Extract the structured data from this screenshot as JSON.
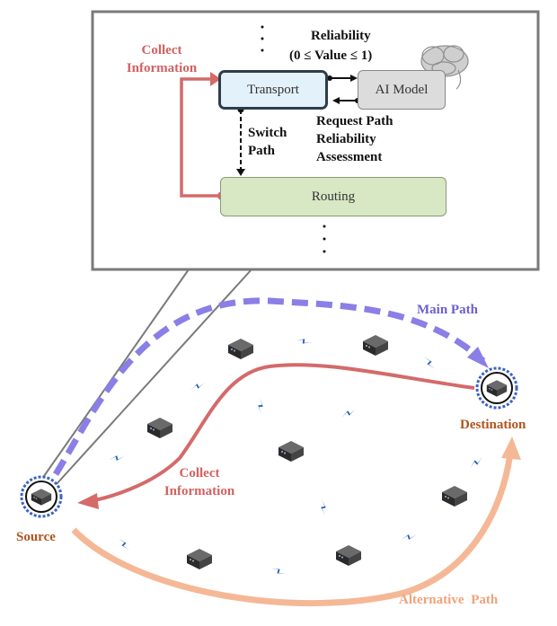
{
  "colors": {
    "main_path": "#8a7fe6",
    "collect_arrow": "#d46a6a",
    "alt_path": "#f5b896",
    "orange_text": "#b0531e",
    "purple_text": "#6b5fd0",
    "red_text": "#d46060",
    "transport_fill": "#e3f1fa",
    "ai_fill": "#dcdcdc",
    "routing_fill": "#d9e8c4",
    "lightning": "#1f5fb4"
  },
  "callout": {
    "collect_information": "Collect Information",
    "reliability": "Reliability",
    "value_range": "(0 ≤ Value ≤ 1)",
    "transport": "Transport",
    "ai_model": "AI Model",
    "switch_path": "Switch Path",
    "request_path_reliability": "Request Path Reliability Assessment",
    "routing": "Routing"
  },
  "network": {
    "main_path": "Main Path",
    "destination": "Destination",
    "collect_information": "Collect Information",
    "source": "Source",
    "alternative_path": "Alternative Path"
  },
  "icons": {
    "node": "router-device-icon",
    "link": "wireless-lightning-icon",
    "brain": "brain-icon"
  }
}
